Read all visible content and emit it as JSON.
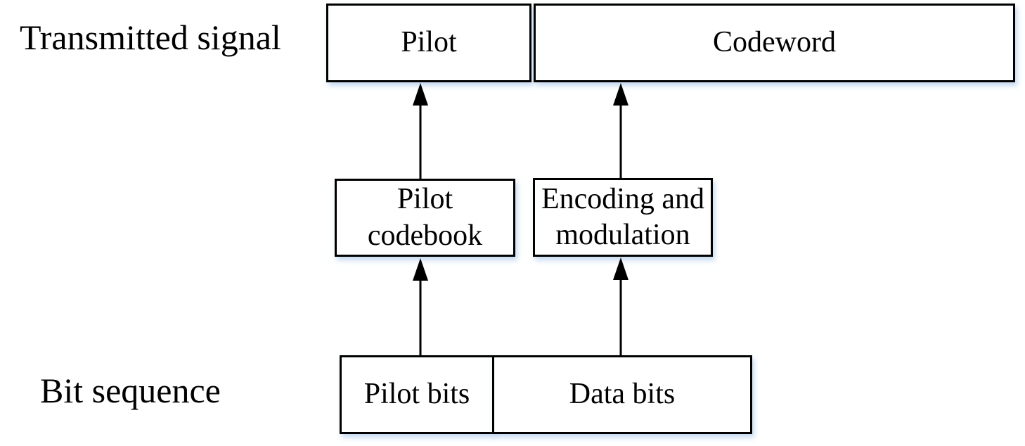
{
  "diagram": {
    "left_labels": {
      "transmitted_signal": "Transmitted signal",
      "bit_sequence": "Bit sequence"
    },
    "top_row": {
      "pilot": "Pilot",
      "codeword": "Codeword"
    },
    "middle_row": {
      "pilot_codebook_line1": "Pilot",
      "pilot_codebook_line2": "codebook",
      "encoding_line1": "Encoding and",
      "encoding_line2": "modulation"
    },
    "bottom_row": {
      "pilot_bits": "Pilot bits",
      "data_bits": "Data bits"
    },
    "colors": {
      "stroke": "#000000",
      "text": "#000000",
      "background": "#ffffff",
      "shadow_tint": "#a8c4e9"
    }
  }
}
